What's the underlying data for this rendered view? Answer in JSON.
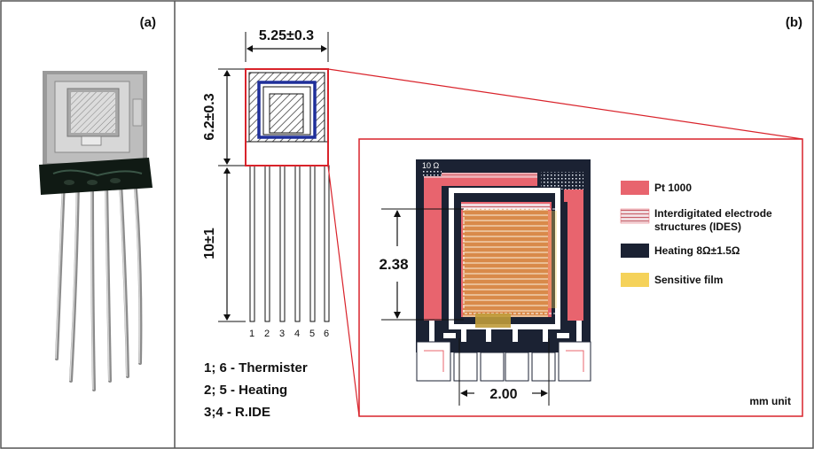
{
  "panels": {
    "a_label": "(a)",
    "b_label": "(b)"
  },
  "dimensions": {
    "width": "5.25±0.3",
    "height": "6.2±0.3",
    "leads": "10±1",
    "film_height": "2.38",
    "pad_span": "2.00"
  },
  "pins": [
    "1",
    "2",
    "3",
    "4",
    "5",
    "6"
  ],
  "pin_legend": [
    "1; 6 - Thermister",
    "2; 5 - Heating",
    "3;4 - R.IDE"
  ],
  "chip_label": "10 Ω",
  "legend": [
    {
      "label": "Pt 1000",
      "color": "#e8646e"
    },
    {
      "label": "Interdigitated electrode",
      "label2": "structures (IDES)",
      "color": "#e8646e"
    },
    {
      "label": "Heating 8Ω±1.5Ω",
      "color": "#1b2233"
    },
    {
      "label": "Sensitive film",
      "color": "#f5d25a"
    }
  ],
  "unit_note": "mm unit",
  "colors": {
    "frame": "#555555",
    "accent_red": "#d9232b",
    "pt1000": "#e8646e",
    "heating": "#1b2233",
    "film": "#f5d25a",
    "electrode_orange": "#d98a4a",
    "inner_blue": "#1f2f9a"
  }
}
